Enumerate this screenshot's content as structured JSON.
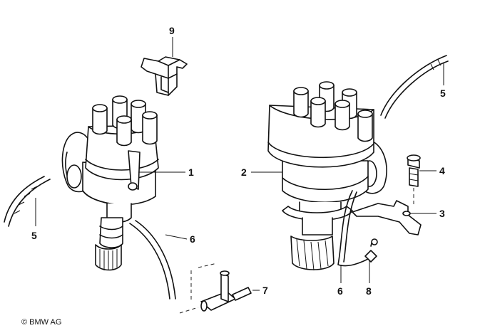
{
  "diagram": {
    "callouts": [
      {
        "id": "c1",
        "text": "1"
      },
      {
        "id": "c2",
        "text": "2"
      },
      {
        "id": "c3",
        "text": "3"
      },
      {
        "id": "c4",
        "text": "4"
      },
      {
        "id": "c5a",
        "text": "5"
      },
      {
        "id": "c5b",
        "text": "5"
      },
      {
        "id": "c6a",
        "text": "6"
      },
      {
        "id": "c6b",
        "text": "6"
      },
      {
        "id": "c7",
        "text": "7"
      },
      {
        "id": "c8",
        "text": "8"
      },
      {
        "id": "c9",
        "text": "9"
      }
    ],
    "copyright": "© BMW AG"
  }
}
